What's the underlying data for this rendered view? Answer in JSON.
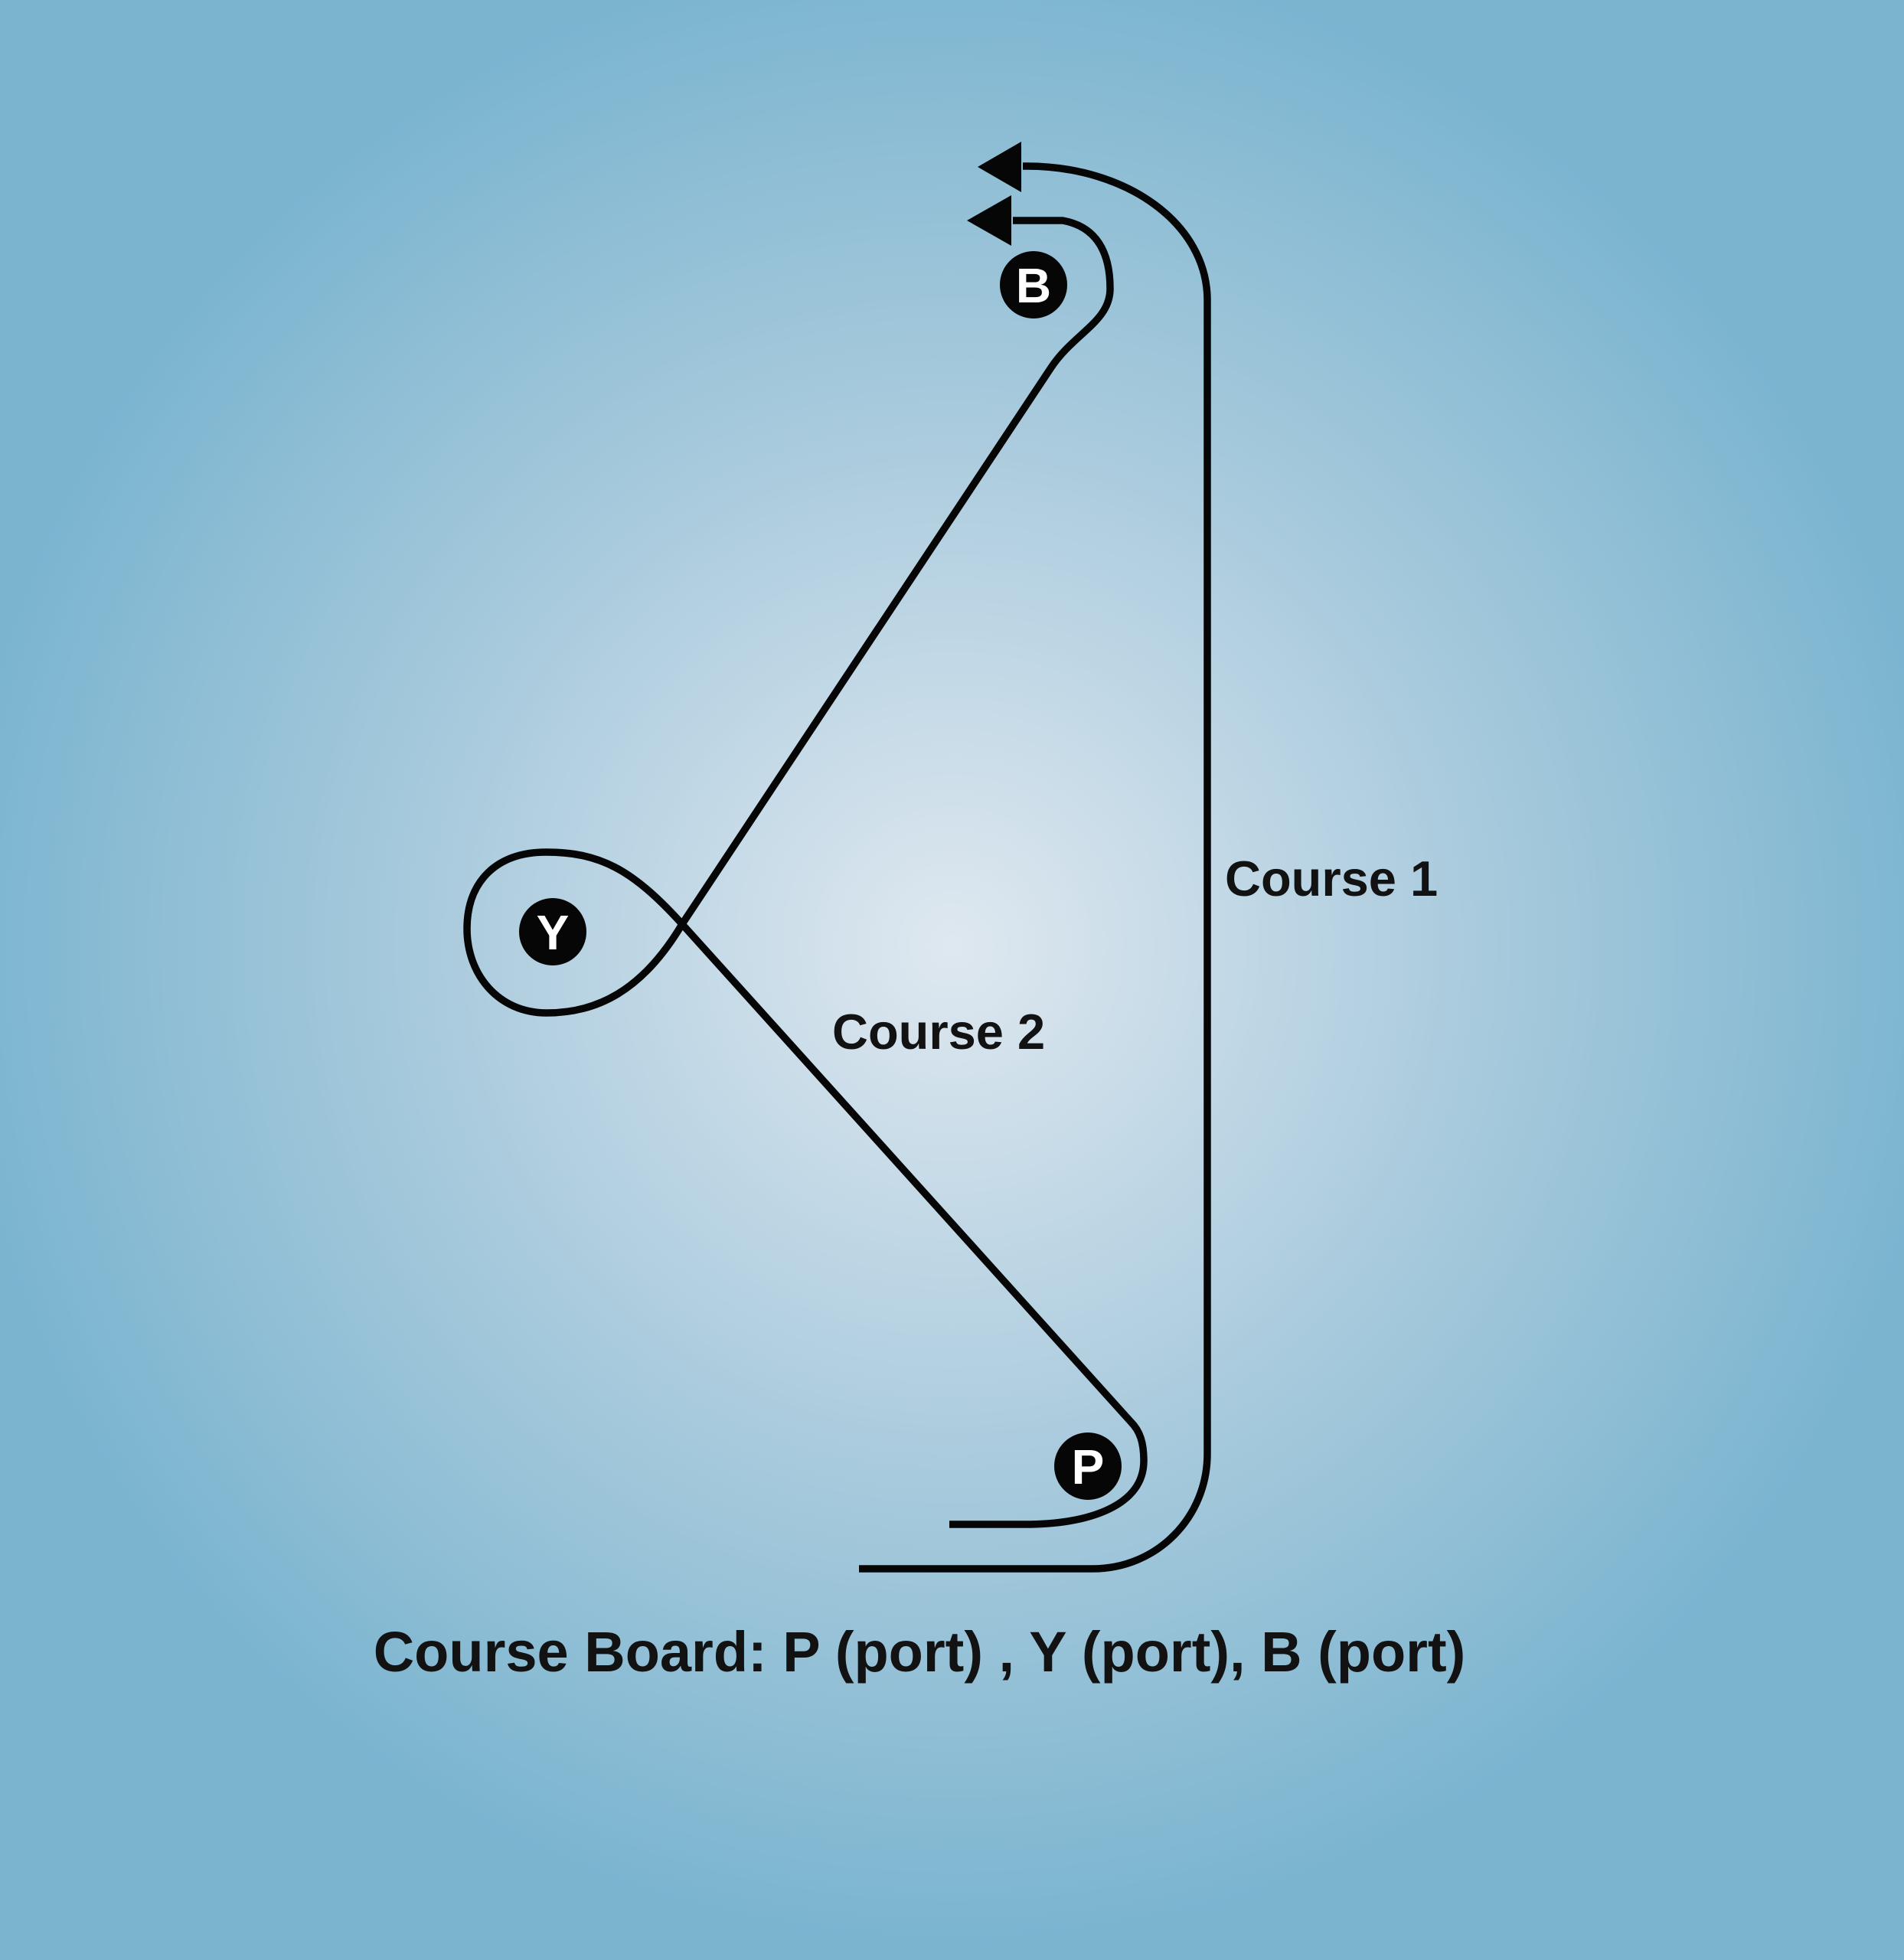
{
  "colors": {
    "background_center": "#dfe8f0",
    "background_mid": "#a6c9dc",
    "background_edge": "#7ab4cf",
    "path_stroke": "#060606",
    "mark_fill": "#060606",
    "mark_letter": "#ffffff",
    "label_text": "#121212"
  },
  "marks": [
    {
      "id": "B",
      "label": "B"
    },
    {
      "id": "Y",
      "label": "Y"
    },
    {
      "id": "P",
      "label": "P"
    }
  ],
  "labels": {
    "course1": "Course 1",
    "course2": "Course 2"
  },
  "caption": "Course Board: P (port) , Y (port), B (port)"
}
